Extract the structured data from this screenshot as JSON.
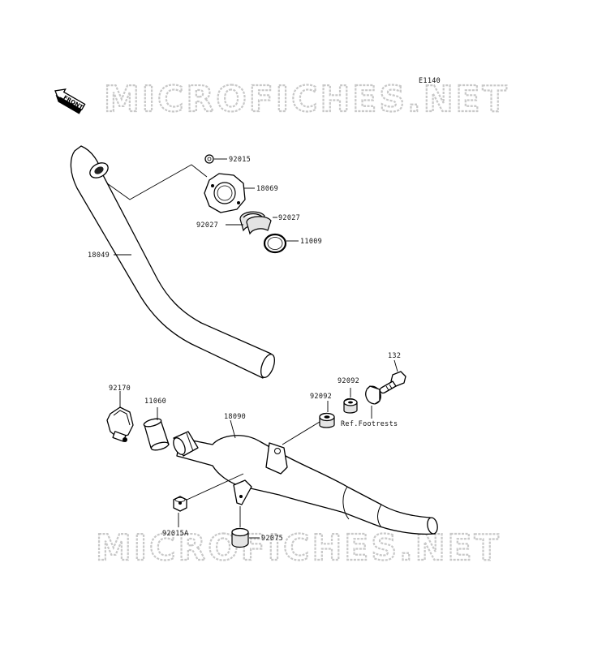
{
  "diagram_code": "E1140",
  "front_label": "FRONT",
  "watermark": "MICROFICHES.NET",
  "parts": {
    "p92015": "92015",
    "p18069": "18069",
    "p92027_left": "92027",
    "p92027_right": "92027",
    "p11009": "11009",
    "p18049": "18049",
    "p132": "132",
    "p92092_upper": "92092",
    "p92092_lower": "92092",
    "ref_footrests": "Ref.Footrests",
    "p92170": "92170",
    "p11060": "11060",
    "p18090": "18090",
    "p92015A": "92015A",
    "p92075": "92075"
  }
}
